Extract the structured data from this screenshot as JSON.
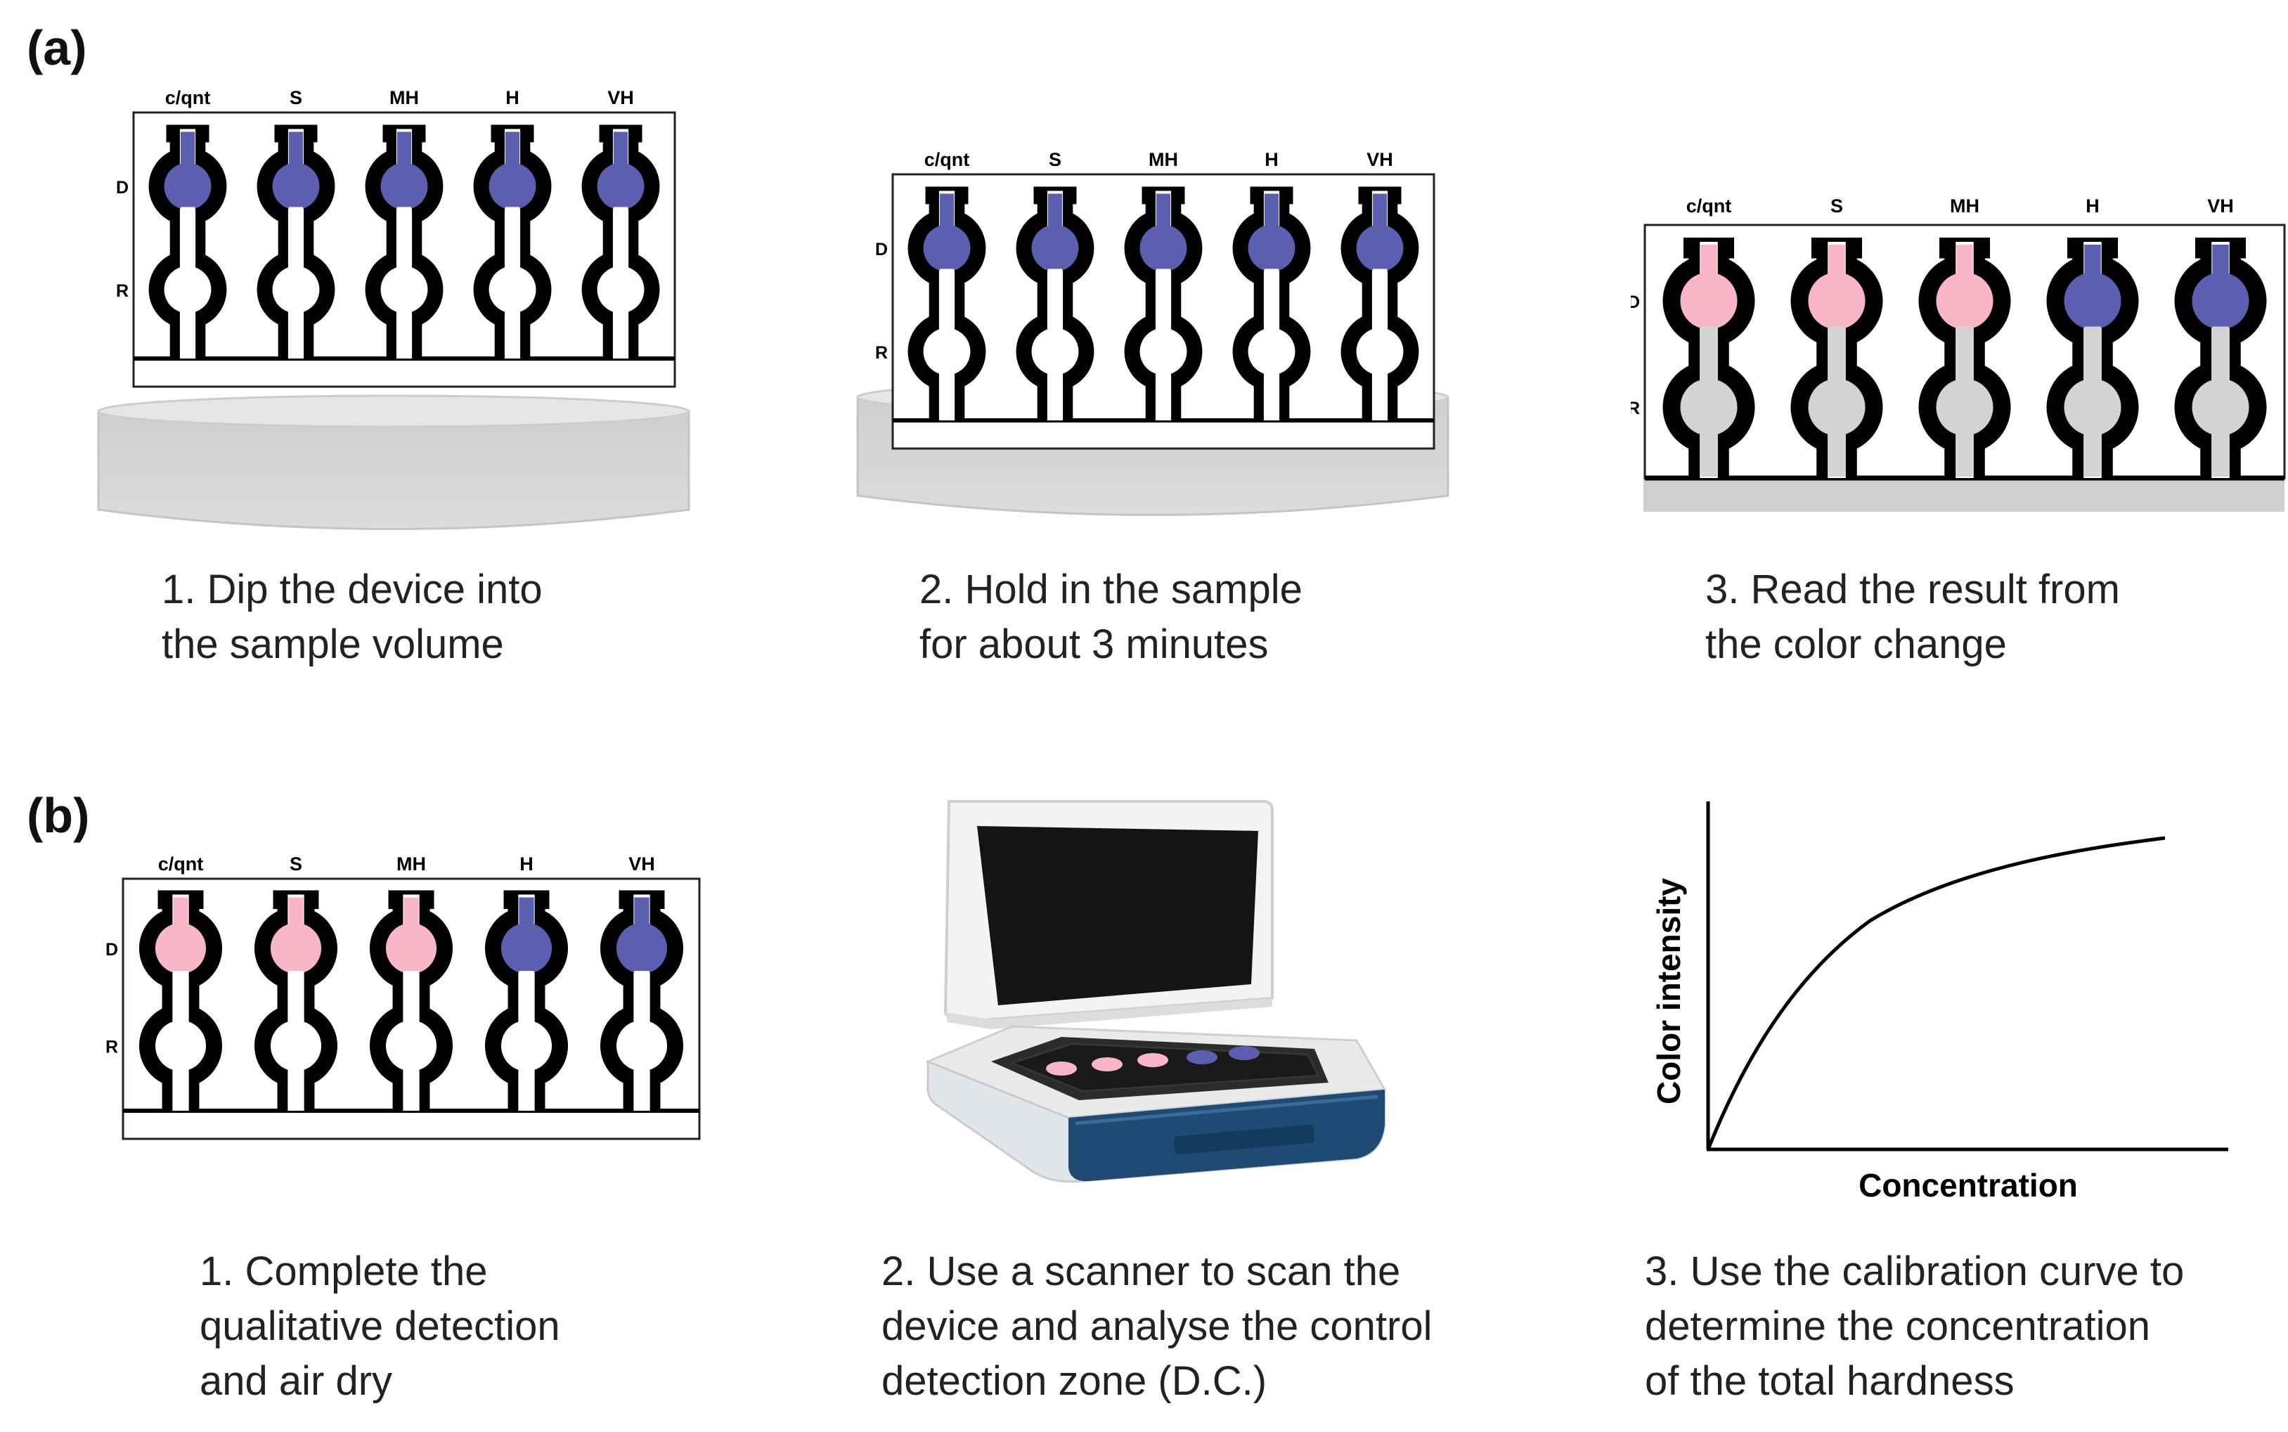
{
  "panels": {
    "a": {
      "label": "(a)"
    },
    "b": {
      "label": "(b)"
    }
  },
  "device": {
    "column_labels": [
      "c/qnt",
      "S",
      "MH",
      "H",
      "VH"
    ],
    "row_labels": [
      "D",
      "R"
    ]
  },
  "colors": {
    "blue_result": "#5b5fb0",
    "pink_result": "#f8b6c8",
    "outline": "#000000",
    "dish_fill": "#d6d6d6",
    "scanner_body": "#1f4a73"
  },
  "steps_a": [
    {
      "lines": [
        "1. Dip the device into",
        "the sample volume"
      ]
    },
    {
      "lines": [
        "2. Hold in the sample",
        "for about 3 minutes"
      ]
    },
    {
      "lines": [
        "3. Read the result from",
        "the color change"
      ]
    }
  ],
  "steps_b": [
    {
      "lines": [
        "1. Complete the",
        "qualitative detection",
        "and air dry"
      ]
    },
    {
      "lines": [
        "2. Use a scanner to scan the",
        "device and analyse the control",
        "detection zone (D.C.)"
      ]
    },
    {
      "lines": [
        "3. Use the calibration curve to",
        "determine the concentration",
        "of the total hardness"
      ]
    }
  ],
  "calibration_plot": {
    "xlabel": "Concentration",
    "ylabel": "Color intensity"
  },
  "icons": {
    "scanner": "flatbed-scanner-icon"
  }
}
